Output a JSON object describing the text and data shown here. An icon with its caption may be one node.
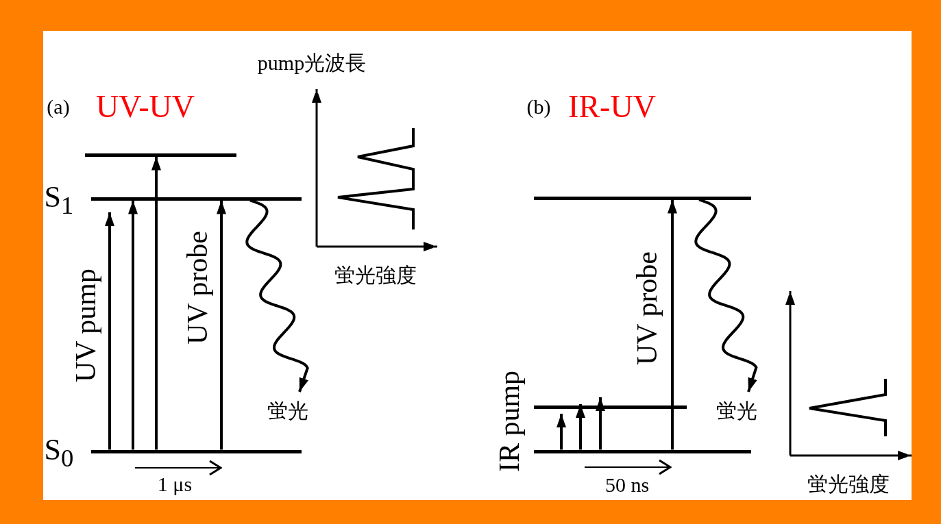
{
  "diagram": {
    "nodes": [
      {
        "text": [],
        "shape": "bar"
      },
      {
        "text": [],
        "shape": "bar",
        "beside": [
          "S$_{1}$"
        ]
      },
      {
        "text": [],
        "shape": "bar",
        "beside": [
          "S$_{0}$"
        ]
      },
      {
        "text": [
          "蛍光"
        ]
      },
      {
        "text": [],
        "shape": "bar"
      },
      {
        "text": [],
        "shape": "bar"
      },
      {
        "text": [],
        "shape": "bar"
      },
      {
        "text": [
          "蛍光"
        ]
      }
    ],
    "edges": [
      {
        "from": 2,
        "to": 1,
        "arrow": "to"
      },
      {
        "from": 2,
        "to": 1,
        "arrow": "to"
      },
      {
        "from": 2,
        "to": 0,
        "arrow": "to"
      },
      {
        "from": 2,
        "to": 1,
        "arrow": "to"
      },
      {
        "from": 1,
        "to": 3,
        "arrow": "to"
      },
      {
        "from": 6,
        "to": 5,
        "arrow": "to"
      },
      {
        "from": 6,
        "to": 5,
        "arrow": "to"
      },
      {
        "from": 6,
        "to": 5,
        "arrow": "to"
      },
      {
        "from": 6,
        "to": 4,
        "arrow": "to"
      },
      {
        "from": 4,
        "to": 7,
        "arrow": "to"
      }
    ],
    "labels": [
      "(a)",
      "UV-UV",
      "pump光波長",
      "UV pump",
      "UV probe",
      "蛍光強度",
      "1 μs",
      "(b)",
      "IR-UV",
      "IR pump",
      "UV probe",
      "蛍光強度",
      "50 ns"
    ]
  }
}
